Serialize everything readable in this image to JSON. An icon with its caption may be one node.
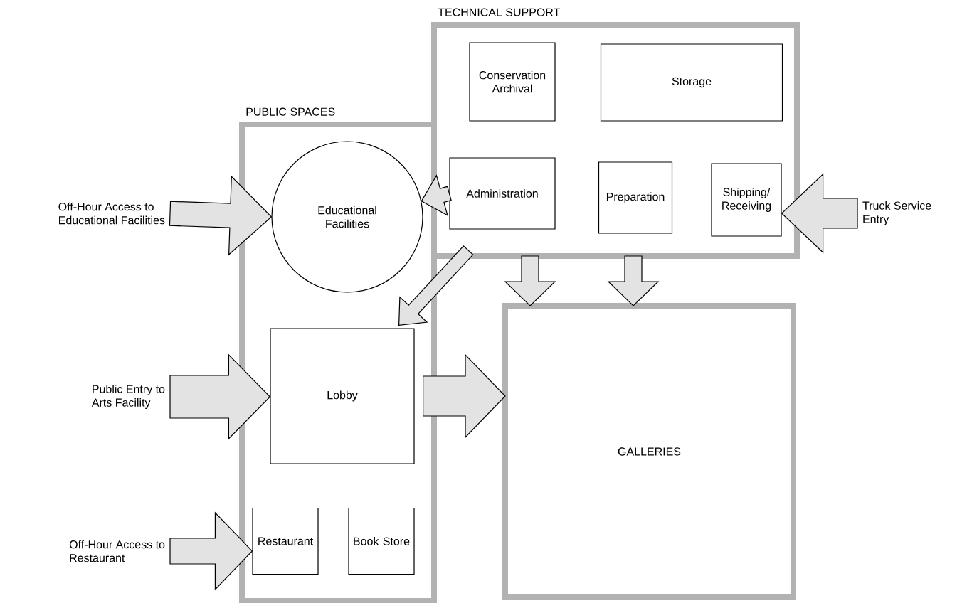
{
  "diagram": {
    "nodes": [
      {
        "text": [
          "PUBLIC SPACES"
        ]
      },
      {
        "text": [
          "Educational Facilities"
        ],
        "in": 0
      },
      {
        "text": [
          "Lobby"
        ],
        "in": 0
      },
      {
        "text": [
          "Restaurant"
        ],
        "in": 0
      },
      {
        "text": [
          "Book Store"
        ],
        "in": 0
      },
      {
        "text": [
          "TECHNICAL SUPPORT"
        ]
      },
      {
        "text": [
          "Conservation Archival"
        ],
        "in": 5
      },
      {
        "text": [
          "Storage"
        ],
        "in": 5
      },
      {
        "text": [
          "Administration"
        ],
        "in": 5
      },
      {
        "text": [
          "Preparation"
        ],
        "in": 5
      },
      {
        "text": [
          "Shipping/ Receiving"
        ],
        "in": 5
      },
      {
        "text": [
          "GALLERIES"
        ]
      },
      {
        "text": [
          "Off-Hour Access to Educational Facilities"
        ]
      },
      {
        "text": [
          "Public Entry to Arts Facility"
        ]
      },
      {
        "text": [
          "Off-Hour Access to Restaurant"
        ]
      },
      {
        "text": [
          "Truck Service Entry"
        ]
      }
    ],
    "edges": [
      {
        "from": 12,
        "to": 1,
        "arrow": "to"
      },
      {
        "from": 13,
        "to": 2,
        "arrow": "to"
      },
      {
        "from": 14,
        "to": 3,
        "arrow": "to"
      },
      {
        "from": 15,
        "to": 10,
        "arrow": "to"
      },
      {
        "from": 8,
        "to": 1,
        "arrow": "to"
      },
      {
        "from": 5,
        "to": 2,
        "arrow": "to"
      },
      {
        "from": 5,
        "to": 11,
        "arrow": "to"
      },
      {
        "from": 5,
        "to": 11,
        "arrow": "to"
      },
      {
        "from": 2,
        "to": 11,
        "arrow": "to"
      }
    ]
  }
}
